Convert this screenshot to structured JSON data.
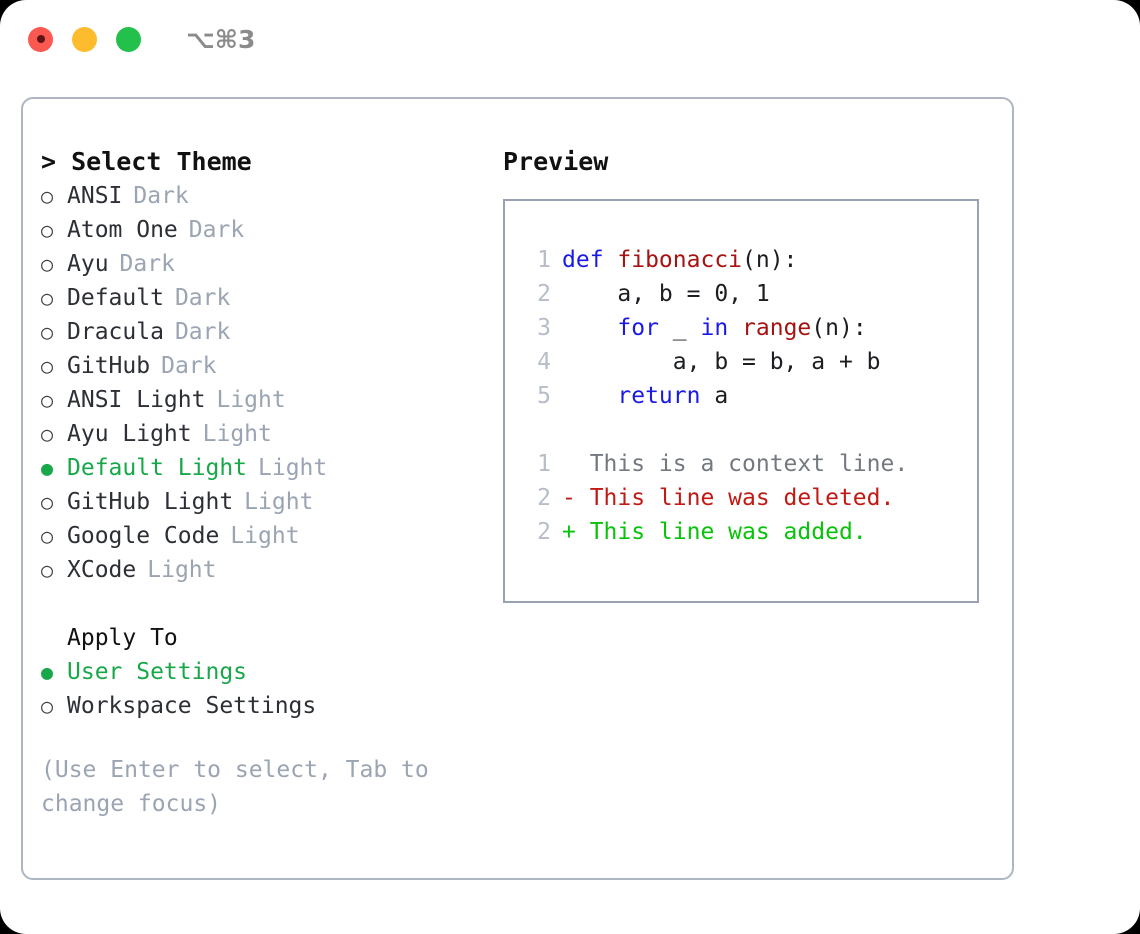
{
  "titlebar": {
    "shortcut": "⌥⌘3",
    "buttons": [
      "close",
      "minimize",
      "maximize"
    ]
  },
  "theme_panel": {
    "heading": "> Select Theme",
    "items": [
      {
        "bullet": "○",
        "label": "ANSI",
        "tag": "Dark",
        "selected": false
      },
      {
        "bullet": "○",
        "label": "Atom One",
        "tag": "Dark",
        "selected": false
      },
      {
        "bullet": "○",
        "label": "Ayu",
        "tag": "Dark",
        "selected": false
      },
      {
        "bullet": "○",
        "label": "Default",
        "tag": "Dark",
        "selected": false
      },
      {
        "bullet": "○",
        "label": "Dracula",
        "tag": "Dark",
        "selected": false
      },
      {
        "bullet": "○",
        "label": "GitHub",
        "tag": "Dark",
        "selected": false
      },
      {
        "bullet": "○",
        "label": "ANSI Light",
        "tag": "Light",
        "selected": false
      },
      {
        "bullet": "○",
        "label": "Ayu Light",
        "tag": "Light",
        "selected": false
      },
      {
        "bullet": "●",
        "label": "Default Light",
        "tag": "Light",
        "selected": true
      },
      {
        "bullet": "○",
        "label": "GitHub Light",
        "tag": "Light",
        "selected": false
      },
      {
        "bullet": "○",
        "label": "Google Code",
        "tag": "Light",
        "selected": false
      },
      {
        "bullet": "○",
        "label": "XCode",
        "tag": "Light",
        "selected": false
      }
    ]
  },
  "apply_to": {
    "heading": "Apply To",
    "items": [
      {
        "bullet": "●",
        "label": "User Settings",
        "selected": true
      },
      {
        "bullet": "○",
        "label": "Workspace Settings",
        "selected": false
      }
    ]
  },
  "hint": "(Use Enter to select, Tab to change focus)",
  "preview": {
    "heading": "Preview",
    "code_lines": [
      {
        "num": "1",
        "parts": [
          {
            "t": "def ",
            "c": "kw"
          },
          {
            "t": "fibonacci",
            "c": "fn"
          },
          {
            "t": "(n):",
            "c": "code"
          }
        ]
      },
      {
        "num": "2",
        "parts": [
          {
            "t": "    a, b = 0, 1",
            "c": "code"
          }
        ]
      },
      {
        "num": "3",
        "parts": [
          {
            "t": "    ",
            "c": "code"
          },
          {
            "t": "for",
            "c": "kw"
          },
          {
            "t": " _ ",
            "c": "code"
          },
          {
            "t": "in",
            "c": "kw"
          },
          {
            "t": " ",
            "c": "code"
          },
          {
            "t": "range",
            "c": "fn"
          },
          {
            "t": "(n):",
            "c": "code"
          }
        ]
      },
      {
        "num": "4",
        "parts": [
          {
            "t": "        a, b = b, a + b",
            "c": "code"
          }
        ]
      },
      {
        "num": "5",
        "parts": [
          {
            "t": "    ",
            "c": "code"
          },
          {
            "t": "return",
            "c": "kw"
          },
          {
            "t": " a",
            "c": "code"
          }
        ]
      }
    ],
    "diff_lines": [
      {
        "num": "1",
        "text": "  This is a context line.",
        "kind": "ctx"
      },
      {
        "num": "2",
        "text": "- This line was deleted.",
        "kind": "del"
      },
      {
        "num": "2",
        "text": "+ This line was added.",
        "kind": "add"
      }
    ]
  },
  "colors": {
    "accent_green": "#18a84a",
    "muted": "#9aa4b2",
    "border": "#aeb6c2",
    "preview_border": "#98a2b3",
    "keyword": "#1a1ae6",
    "function": "#a61313",
    "diff_delete": "#c11a14",
    "diff_add": "#09c20b",
    "line_number": "#b6bdc8",
    "traffic_red": "#fa5850",
    "traffic_yellow": "#fcbc2d",
    "traffic_green": "#23c04b"
  }
}
